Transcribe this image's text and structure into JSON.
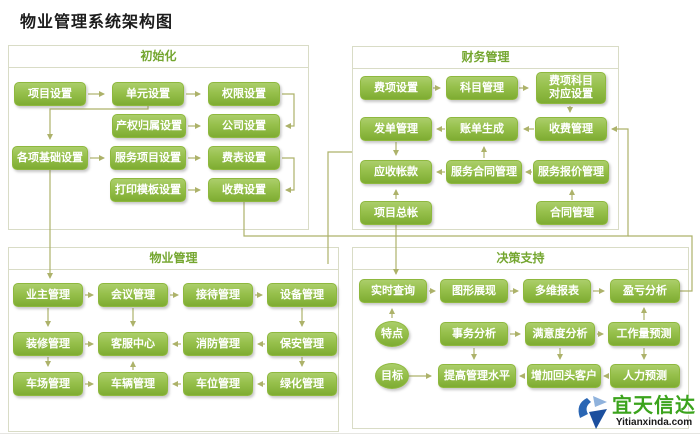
{
  "page_title": "物业管理系统架构图",
  "panels": {
    "init": {
      "title": "初始化",
      "boxes": [
        "项目设置",
        "单元设置",
        "权限设置",
        "产权归属设置",
        "公司设置",
        "各项基础设置",
        "服务项目设置",
        "费表设置",
        "打印模板设置",
        "收费设置"
      ]
    },
    "finance": {
      "title": "财务管理",
      "boxes": [
        "费项设置",
        "科目管理",
        "费项科目对应设置",
        "发单管理",
        "账单生成",
        "收费管理",
        "应收帐款",
        "服务合同管理",
        "服务报价管理",
        "项目总帐",
        "合同管理"
      ]
    },
    "property": {
      "title": "物业管理",
      "boxes": [
        "业主管理",
        "会议管理",
        "接待管理",
        "设备管理",
        "装修管理",
        "客服中心",
        "消防管理",
        "保安管理",
        "车场管理",
        "车辆管理",
        "车位管理",
        "绿化管理"
      ]
    },
    "decision": {
      "title": "决策支持",
      "boxes": [
        "实时查询",
        "图形展现",
        "多维报表",
        "盈亏分析",
        "特点",
        "事务分析",
        "满意度分析",
        "工作量预测",
        "目标",
        "提高管理水平",
        "增加回头客户",
        "人力预测"
      ]
    }
  },
  "connections": [
    "项目设置→单元设置",
    "单元设置→权限设置",
    "权限设置→公司设置",
    "单元设置→各项基础设置",
    "产权归属设置→公司设置",
    "各项基础设置→服务项目设置",
    "服务项目设置→费表设置",
    "费表设置→收费设置",
    "打印模板设置→收费设置",
    "各项基础设置→业主管理",
    "收费设置→收费管理",
    "费项设置→科目管理",
    "科目管理→费项科目对应设置",
    "费项科目对应设置→收费管理",
    "收费管理→账单生成",
    "账单生成→发单管理",
    "发单管理→应收帐款",
    "服务合同管理→账单生成",
    "服务合同管理→应收帐款",
    "服务报价管理→服务合同管理",
    "合同管理→服务报价管理",
    "项目总帐→应收帐款",
    "项目总帐→实时查询",
    "物业管理→应收帐款",
    "盈亏分析→收费管理",
    "业主管理→会议管理",
    "会议管理→接待管理",
    "接待管理→设备管理",
    "业主管理→装修管理",
    "会议管理→客服中心",
    "设备管理→保安管理",
    "装修管理→客服中心",
    "消防管理→客服中心",
    "保安管理→消防管理",
    "装修管理→车场管理",
    "车辆管理→客服中心",
    "保安管理→绿化管理",
    "车场管理→车辆管理",
    "车位管理→车辆管理",
    "绿化管理→车位管理",
    "实时查询→图形展现",
    "图形展现→多维报表",
    "多维报表→盈亏分析",
    "特点→实时查询",
    "事务分析→满意度分析",
    "满意度分析→工作量预测",
    "工作量预测→盈亏分析",
    "事务分析→提高管理水平",
    "满意度分析→增加回头客户",
    "工作量预测→人力预测",
    "目标→提高管理水平",
    "增加回头客户→提高管理水平",
    "人力预测→增加回头客户"
  ],
  "watermark": {
    "brand": "宜天信达",
    "domain": "Yitianxinda.com"
  },
  "colors": {
    "node_green_top": "#abce6b",
    "node_green_bottom": "#7eac32",
    "panel_title_green": "#74a62f",
    "connector_olive": "#adb26a",
    "brand_green": "#3ba31c",
    "brand_blue": "#1c4f9e"
  }
}
